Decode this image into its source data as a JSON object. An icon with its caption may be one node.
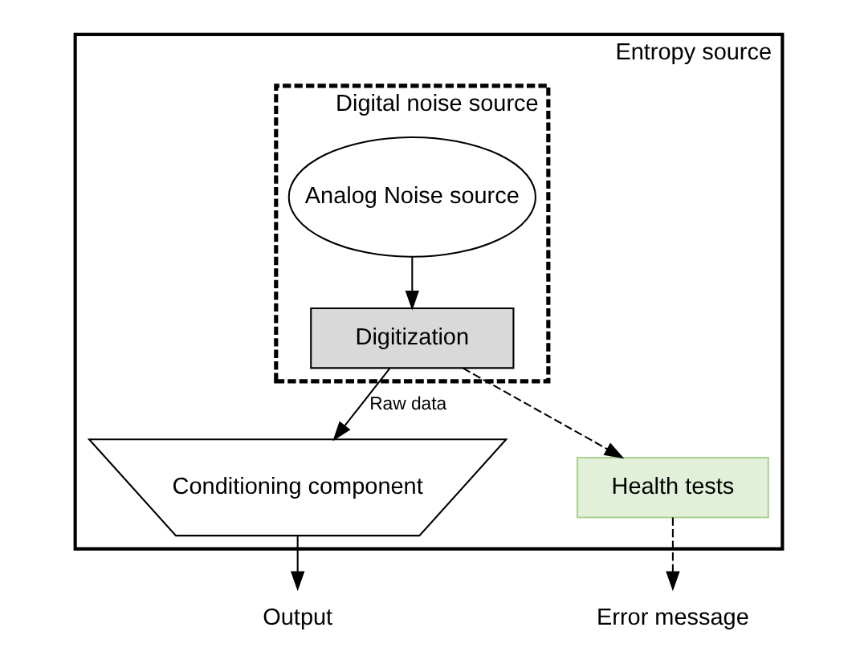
{
  "diagram": {
    "nodes": [
      {
        "text": [
          "Entropy source"
        ]
      },
      {
        "text": [
          "Digital noise source"
        ],
        "in": 0
      },
      {
        "text": [
          "Analog Noise source"
        ],
        "in": 1
      },
      {
        "text": [
          "Digitization"
        ],
        "in": 1
      },
      {
        "text": [
          "Conditioning component"
        ],
        "in": 0
      },
      {
        "text": [
          "Health tests"
        ],
        "in": 0
      },
      {
        "text": [
          "Output"
        ]
      },
      {
        "text": [
          "Error message"
        ]
      }
    ],
    "edges": [
      {
        "from": 2,
        "to": 3,
        "arrow": "to"
      },
      {
        "from": 3,
        "to": 4,
        "arrow": "to",
        "label": "Raw data"
      },
      {
        "from": 3,
        "to": 5,
        "arrow": "to",
        "style": "dashed"
      },
      {
        "from": 4,
        "to": 6,
        "arrow": "to"
      },
      {
        "from": 5,
        "to": 7,
        "arrow": "to",
        "style": "dashed"
      }
    ]
  }
}
